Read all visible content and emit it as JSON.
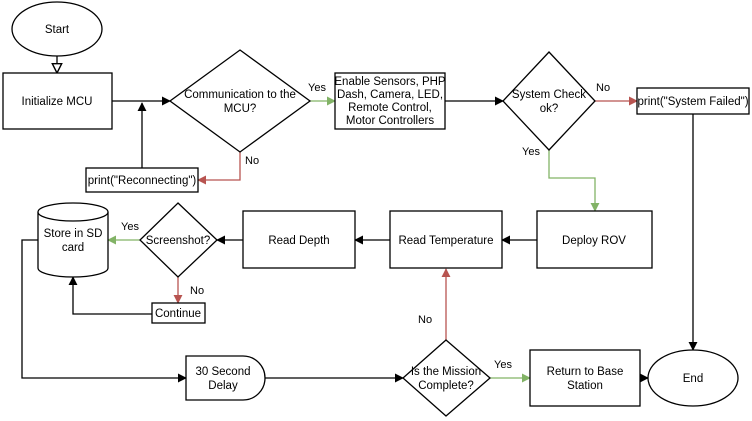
{
  "colors": {
    "black": "#000000",
    "green": "#82b366",
    "red": "#b85450",
    "fill": "#ffffff"
  },
  "nodes": {
    "start": "Start",
    "init": "Initialize MCU",
    "comm": [
      "Communication to the",
      "MCU?"
    ],
    "enable": [
      "Enable Sensors, PHP",
      "Dash, Camera, LED,",
      "Remote Control,",
      "Motor Controllers"
    ],
    "syscheck": [
      "System Check",
      "ok?"
    ],
    "failed": "print(\"System Failed\")",
    "reconnect": "print(\"Reconnecting\")",
    "deploy": "Deploy ROV",
    "temp": "Read Temperature",
    "depth": "Read Depth",
    "screenshot": "Screenshot?",
    "store": [
      "Store in SD",
      "card"
    ],
    "continue": "Continue",
    "delay": [
      "30 Second",
      "Delay"
    ],
    "mission": [
      "Is the Mission",
      "Complete?"
    ],
    "return": [
      "Return to Base",
      "Station"
    ],
    "end": "End"
  },
  "edge_labels": {
    "comm_yes": "Yes",
    "comm_no": "No",
    "sys_no": "No",
    "sys_yes": "Yes",
    "shot_yes": "Yes",
    "shot_no": "No",
    "mission_no": "No",
    "mission_yes": "Yes"
  }
}
